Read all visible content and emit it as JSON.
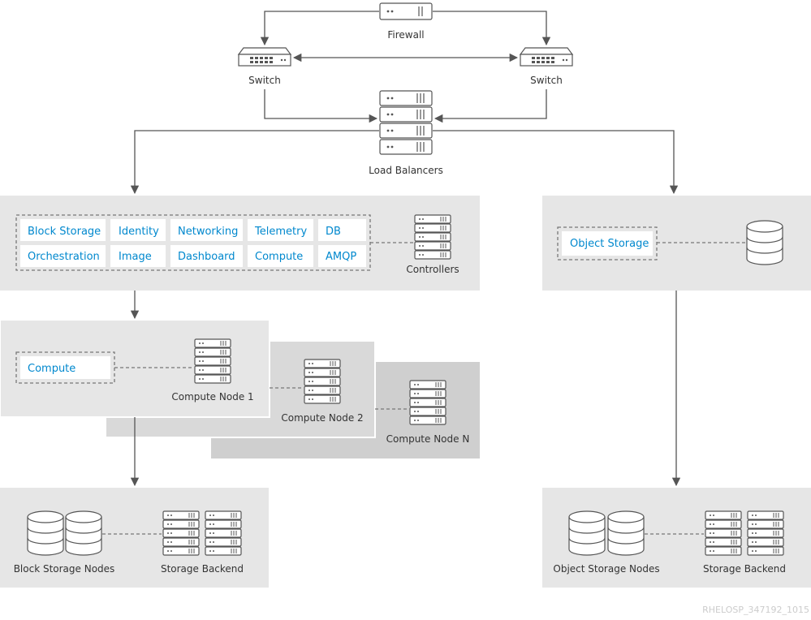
{
  "labels": {
    "firewall": "Firewall",
    "switch_left": "Switch",
    "switch_right": "Switch",
    "load_balancers": "Load Balancers",
    "controllers": "Controllers",
    "compute_node_1": "Compute Node 1",
    "compute_node_2": "Compute Node 2",
    "compute_node_n": "Compute Node N",
    "block_storage_nodes": "Block Storage Nodes",
    "storage_backend_left": "Storage Backend",
    "object_storage_nodes": "Object Storage Nodes",
    "storage_backend_right": "Storage Backend",
    "reference": "RHELOSP_347192_1015"
  },
  "controller_services": {
    "row1": [
      "Block Storage",
      "Identity",
      "Networking",
      "Telemetry",
      "DB"
    ],
    "row2": [
      "Orchestration",
      "Image",
      "Dashboard",
      "Compute",
      "AMQP"
    ]
  },
  "compute_service": "Compute",
  "object_storage_service": "Object Storage",
  "colors": {
    "panel": "#e6e6e6",
    "panel_dark": "#cfcfcf",
    "service_text": "#0088ce",
    "line": "#555555",
    "dashed": "#777777"
  }
}
